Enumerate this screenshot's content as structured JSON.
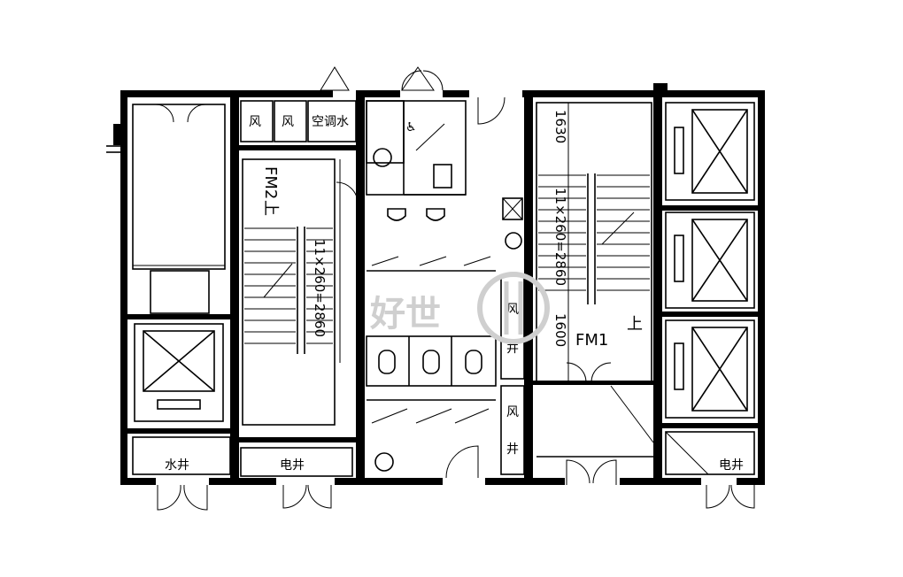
{
  "labels": {
    "stair_dim_left": "11×260=2860",
    "stair_dim_right": "11×260=2860",
    "fm2": "FM2",
    "fm1": "FM1",
    "up_left": "上",
    "up_right": "上",
    "wind_shaft_1": "风",
    "wind_shaft_2": "风",
    "ac_water": "空调水",
    "wind_shaft_right_1": "风",
    "wind_shaft_right_1b": "井",
    "wind_shaft_right_2": "风",
    "wind_shaft_right_2b": "井",
    "water_shaft": "水井",
    "elec_shaft_left": "电井",
    "elec_shaft_right": "电井",
    "dim_1630": "1630",
    "dim_1600": "1600",
    "accessible_sign": "♿",
    "watermark": "好世"
  }
}
